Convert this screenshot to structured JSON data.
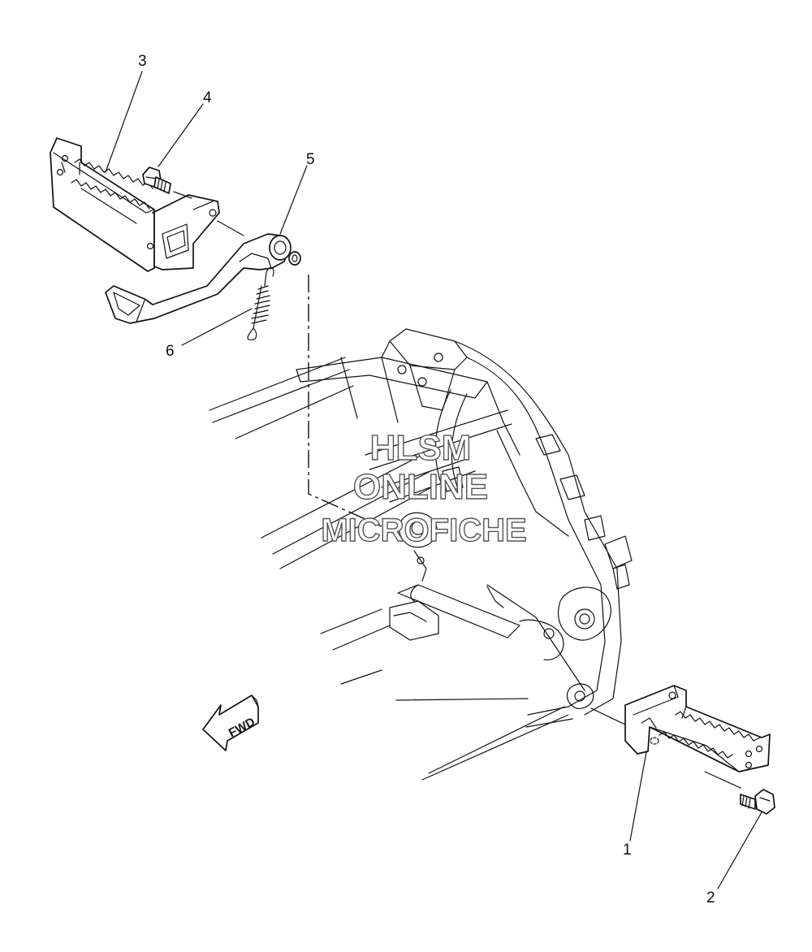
{
  "callouts": {
    "c1": "1",
    "c2": "2",
    "c3": "3",
    "c4": "4",
    "c5": "5",
    "c6": "6"
  },
  "fwd_label": "FWD",
  "watermark": {
    "line1": "HLSM",
    "line2": "ONLINE",
    "line3": "MICROFICHE"
  }
}
